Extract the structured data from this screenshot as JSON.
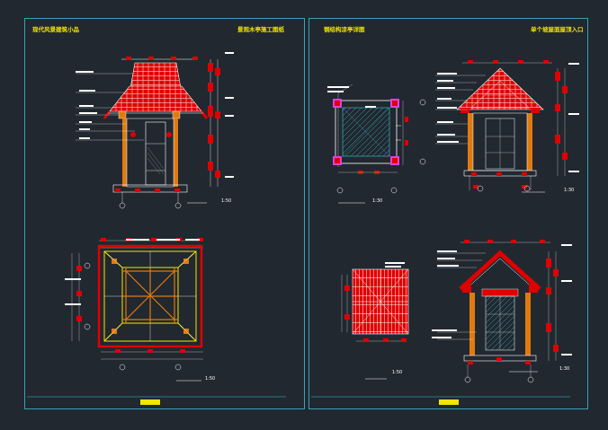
{
  "colors": {
    "background": "#212830",
    "border": "#3aa0b8",
    "tile_red": "#e00000",
    "frame_orange": "#e07a10",
    "title_yellow": "#f2e600",
    "line_white": "#ffffff",
    "line_cyan": "#40c8d8",
    "line_magenta": "#e040e0"
  },
  "sheets": [
    {
      "title_left": "现代风景建筑小品",
      "title_right": "景观木亭施工图纸",
      "scales": [
        "1:50",
        "1:50"
      ]
    },
    {
      "title_left": "钢结构凉亭详图",
      "title_right": "单个坡屋面屋顶入口",
      "scales": [
        "1:30",
        "1:30",
        "1:50",
        "1:30"
      ]
    }
  ]
}
